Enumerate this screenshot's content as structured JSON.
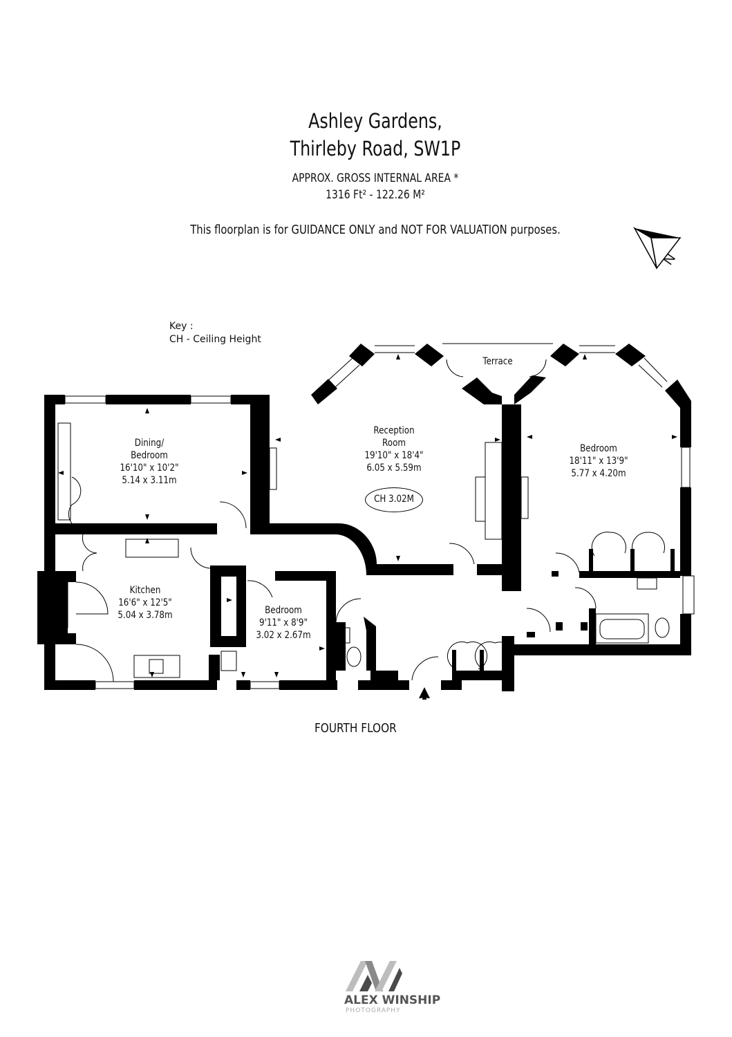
{
  "header": {
    "title_line1": "Ashley Gardens,",
    "title_line2": "Thirleby Road, SW1P",
    "area_label": "APPROX. GROSS INTERNAL  AREA *",
    "area_value": "1316 Ft² - 122.26 M²",
    "disclaimer": "This floorplan is for GUIDANCE ONLY and NOT FOR VALUATION purposes."
  },
  "compass": {
    "label": "N",
    "icon": "north-arrow-icon"
  },
  "key": {
    "title": "Key :",
    "entry": "CH - Ceiling Height"
  },
  "rooms": {
    "terrace": {
      "name": "Terrace"
    },
    "reception": {
      "name1": "Reception",
      "name2": "Room",
      "imperial": "19'10\" x 18'4\"",
      "metric": "6.05 x 5.59m",
      "ceiling": "CH 3.02M"
    },
    "dining": {
      "name1": "Dining/",
      "name2": "Bedroom",
      "imperial": "16'10\" x 10'2\"",
      "metric": "5.14 x 3.11m"
    },
    "bedroom_large": {
      "name": "Bedroom",
      "imperial": "18'11\" x 13'9\"",
      "metric": "5.77 x 4.20m"
    },
    "kitchen": {
      "name": "Kitchen",
      "imperial": "16'6\" x 12'5\"",
      "metric": "5.04 x 3.78m"
    },
    "bedroom_small": {
      "name": "Bedroom",
      "imperial": "9'11\" x 8'9\"",
      "metric": "3.02 x 2.67m"
    }
  },
  "floor": {
    "label": "FOURTH FLOOR"
  },
  "brand": {
    "name": "ALEX WINSHIP",
    "tagline": "PHOTOGRAPHY",
    "logo_icon": "aw-monogram-logo"
  },
  "colors": {
    "wall": "#000000",
    "logo_dark": "#4a4a4a",
    "logo_light": "#bdbdbd"
  }
}
